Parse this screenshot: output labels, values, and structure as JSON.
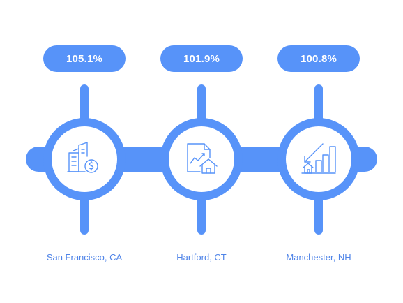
{
  "colors": {
    "accent": "#5793f9",
    "icon_stroke": "#5793f9",
    "label": "#4f84e8"
  },
  "steps": [
    {
      "value": "105.1%",
      "city": "San Francisco, CA",
      "icon": "building-dollar-icon"
    },
    {
      "value": "101.9%",
      "city": "Hartford, CT",
      "icon": "chart-house-icon"
    },
    {
      "value": "100.8%",
      "city": "Manchester, NH",
      "icon": "bars-down-arrow-icon"
    }
  ]
}
